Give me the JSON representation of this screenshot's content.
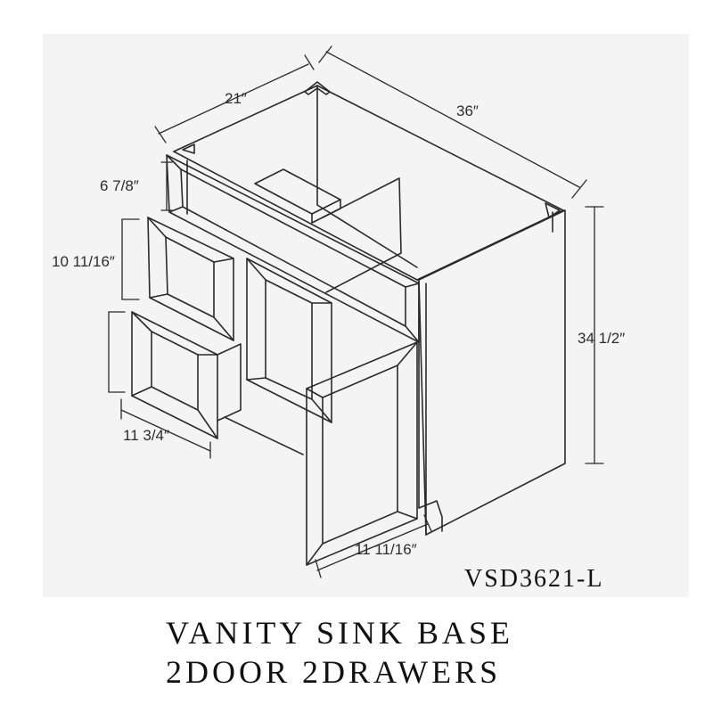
{
  "diagram": {
    "dimensions": {
      "depth": "21″",
      "width": "36″",
      "top_rail_height": "6 7/8″",
      "drawer_height": "10 11/16″",
      "height": "34 1/2″",
      "drawer_width": "11 3/4″",
      "door_width": "11 11/16″"
    },
    "model_code": "VSD3621-L"
  },
  "product": {
    "title_line_1": "VANITY SINK BASE",
    "title_line_2": "2DOOR 2DRAWERS"
  },
  "colors": {
    "line": "#2a2a2a",
    "panel": "#f4f4f4",
    "text": "#111111"
  }
}
